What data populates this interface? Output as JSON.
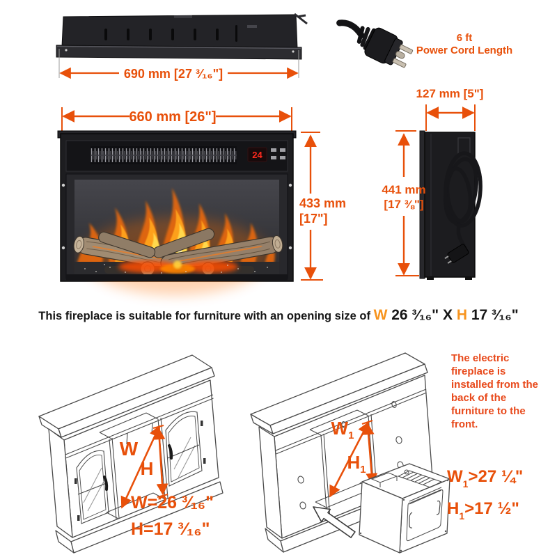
{
  "accent": "#e8500a",
  "heading_accent": "#f7941e",
  "top_view": {
    "dim_label": "690 mm [27 ³⁄₁₆\"]"
  },
  "power_cord": {
    "line1": "6 ft",
    "line2": "Power Cord Length"
  },
  "front_view": {
    "width_label": "660 mm [26\"]",
    "height_label_line1": "433 mm",
    "height_label_line2": "[17\"]",
    "led_value": "24"
  },
  "side_view": {
    "depth_label": "127 mm [5\"]",
    "height_label_line1": "441 mm",
    "height_label_line2": "[17 ⅜\"]"
  },
  "suitability": {
    "sentence": "This fireplace is suitable for furniture with an opening size of ",
    "w_letter": "W",
    "w_value": " 26 ³⁄₁₆\" ",
    "separator": "X ",
    "h_letter": "H",
    "h_value": " 17 ³⁄₁₆\""
  },
  "left_cabinet": {
    "w_arrow_label": "W",
    "h_arrow_label": "H",
    "w_dim_text": "W=26 ³⁄₁₆\"",
    "h_dim_text": "H=17 ³⁄₁₆\""
  },
  "right_cabinet": {
    "w_arrow_base": "W",
    "w_arrow_sub": "1",
    "h_arrow_base": "H",
    "h_arrow_sub": "1"
  },
  "install_note": "The electric fireplace is installed from the back of the furniture to the front.",
  "opening_requirements": {
    "w_base": "W",
    "w_sub": "1",
    "w_rest": ">27 ¼\"",
    "h_base": "H",
    "h_sub": "1",
    "h_rest": ">17 ½\""
  }
}
